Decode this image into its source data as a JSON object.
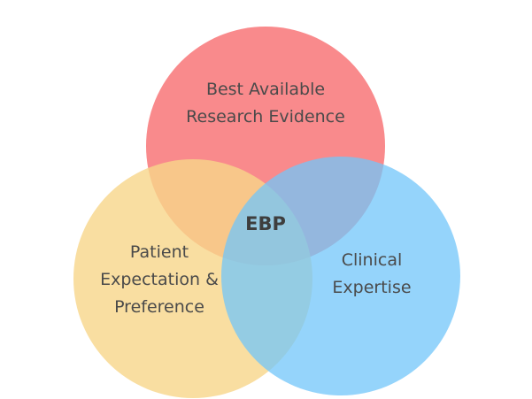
{
  "diagram": {
    "type": "venn",
    "sets": [
      {
        "id": "research",
        "lines": [
          "Best Available",
          "Research Evidence"
        ],
        "color": "#F98A8C"
      },
      {
        "id": "patient",
        "lines": [
          "Patient",
          "Expectation &",
          "Preference"
        ],
        "color": "#F8D68A"
      },
      {
        "id": "clinical",
        "lines": [
          "Clinical",
          "Expertise"
        ],
        "color": "#72C6FA"
      }
    ],
    "intersection_label": "EBP"
  }
}
